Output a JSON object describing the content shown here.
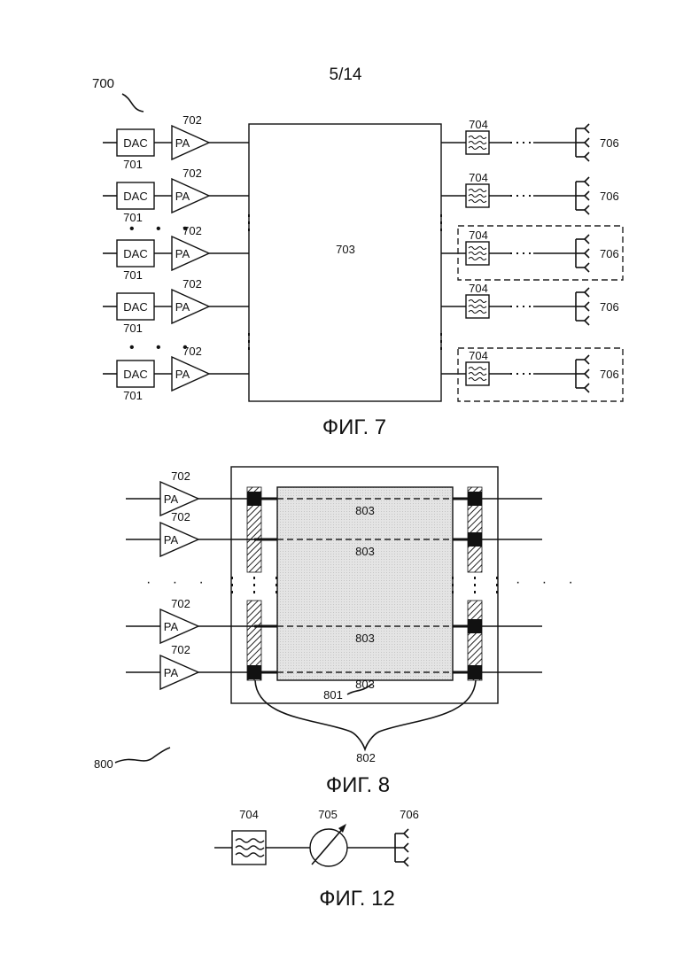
{
  "page_number": "5/14",
  "fig7": {
    "ref": "700",
    "caption": "ФИГ. 7",
    "dac_label": "DAC",
    "dac_ref": "701",
    "pa_label": "PA",
    "pa_ref": "702",
    "network_ref": "703",
    "filter_ref": "704",
    "antenna_ref": "706"
  },
  "fig8": {
    "ref": "800",
    "caption": "ФИГ. 8",
    "pa_label": "PA",
    "pa_ref": "702",
    "line_ref": "803",
    "substrate_ref": "801",
    "port_ref": "802"
  },
  "fig12": {
    "caption": "ФИГ. 12",
    "filter_ref": "704",
    "phase_shifter_ref": "705",
    "antenna_ref": "706"
  },
  "colors": {
    "ink": "#111111",
    "paper": "#ffffff",
    "substrate": "#e6e6e6"
  }
}
